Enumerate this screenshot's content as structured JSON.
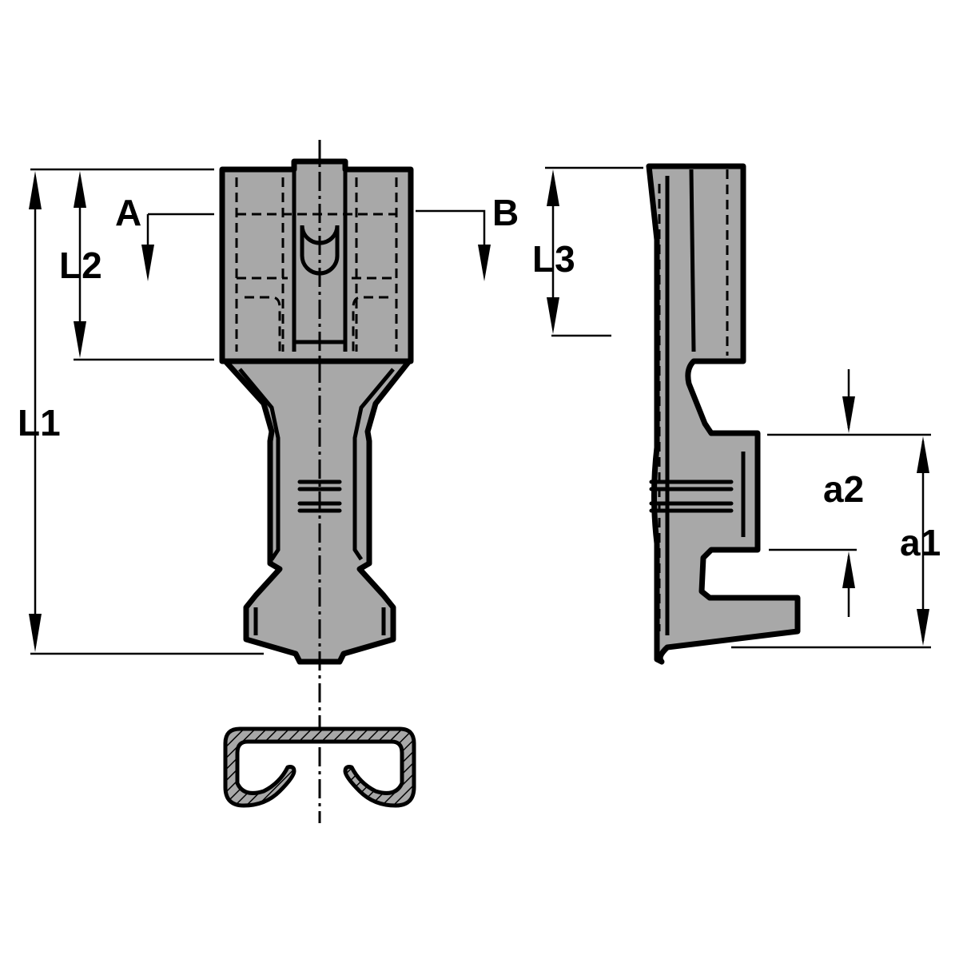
{
  "labels": {
    "L1": "L1",
    "L2": "L2",
    "L3": "L3",
    "A": "A",
    "B": "B",
    "a1": "a1",
    "a2": "a2"
  },
  "colors": {
    "part_fill": "#a8a8a8",
    "line": "#000000",
    "background": "#ffffff"
  }
}
